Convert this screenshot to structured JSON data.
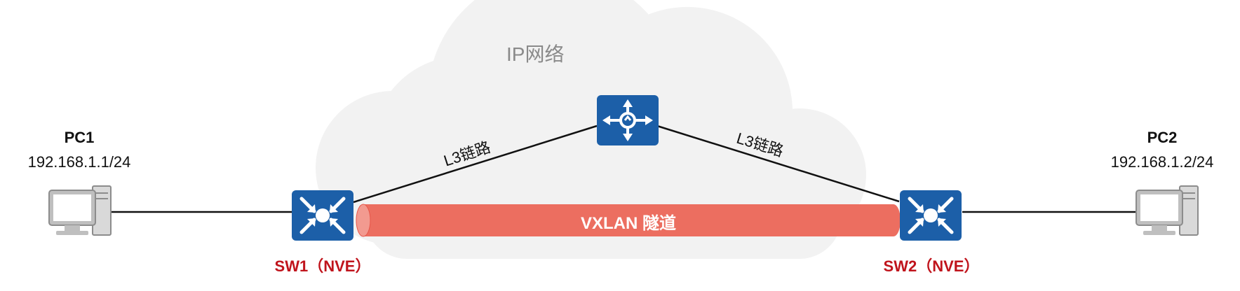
{
  "cloud": {
    "label": "IP网络"
  },
  "links": {
    "left_label": "L3链路",
    "right_label": "L3链路"
  },
  "tunnel": {
    "label": "VXLAN 隧道",
    "fill": "#ec6e60",
    "edge": "#f29a90"
  },
  "pc1": {
    "name": "PC1",
    "ip": "192.168.1.1/24",
    "icon": "computer-icon"
  },
  "pc2": {
    "name": "PC2",
    "ip": "192.168.1.2/24",
    "icon": "computer-icon"
  },
  "sw1": {
    "name": "SW1（NVE）",
    "icon": "switch-icon"
  },
  "sw2": {
    "name": "SW2（NVE）",
    "icon": "switch-icon"
  },
  "router": {
    "icon": "router-icon"
  },
  "colors": {
    "device_blue": "#1c5fa8",
    "label_red": "#c0141c",
    "cloud_fill": "#f2f2f2"
  }
}
